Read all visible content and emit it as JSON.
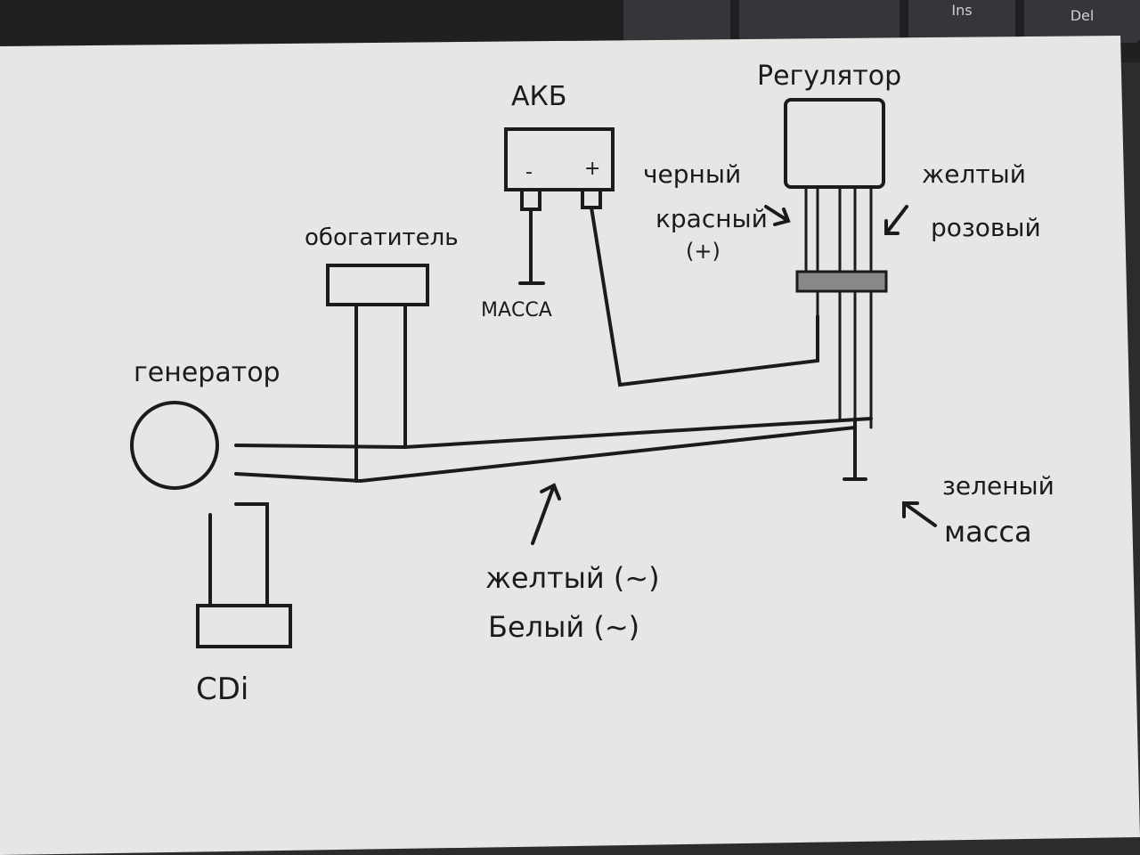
{
  "keyboard": {
    "keys": [
      "Ins",
      "Del"
    ]
  },
  "diagram": {
    "regulator": "Регулятор",
    "battery": "АКБ",
    "battery_minus": "-",
    "battery_plus": "+",
    "battery_ground": "МАССА",
    "enricher": "обогатитель",
    "generator": "генератор",
    "cdi": "CDi",
    "wire_black": "черный",
    "wire_red": "красный",
    "wire_red_polarity": "(+)",
    "wire_yellow": "желтый",
    "wire_pink": "розовый",
    "wire_green": "зеленый",
    "wire_green_ground": "масса",
    "ac_yellow": "желтый (~)",
    "ac_white": "Белый (~)"
  }
}
